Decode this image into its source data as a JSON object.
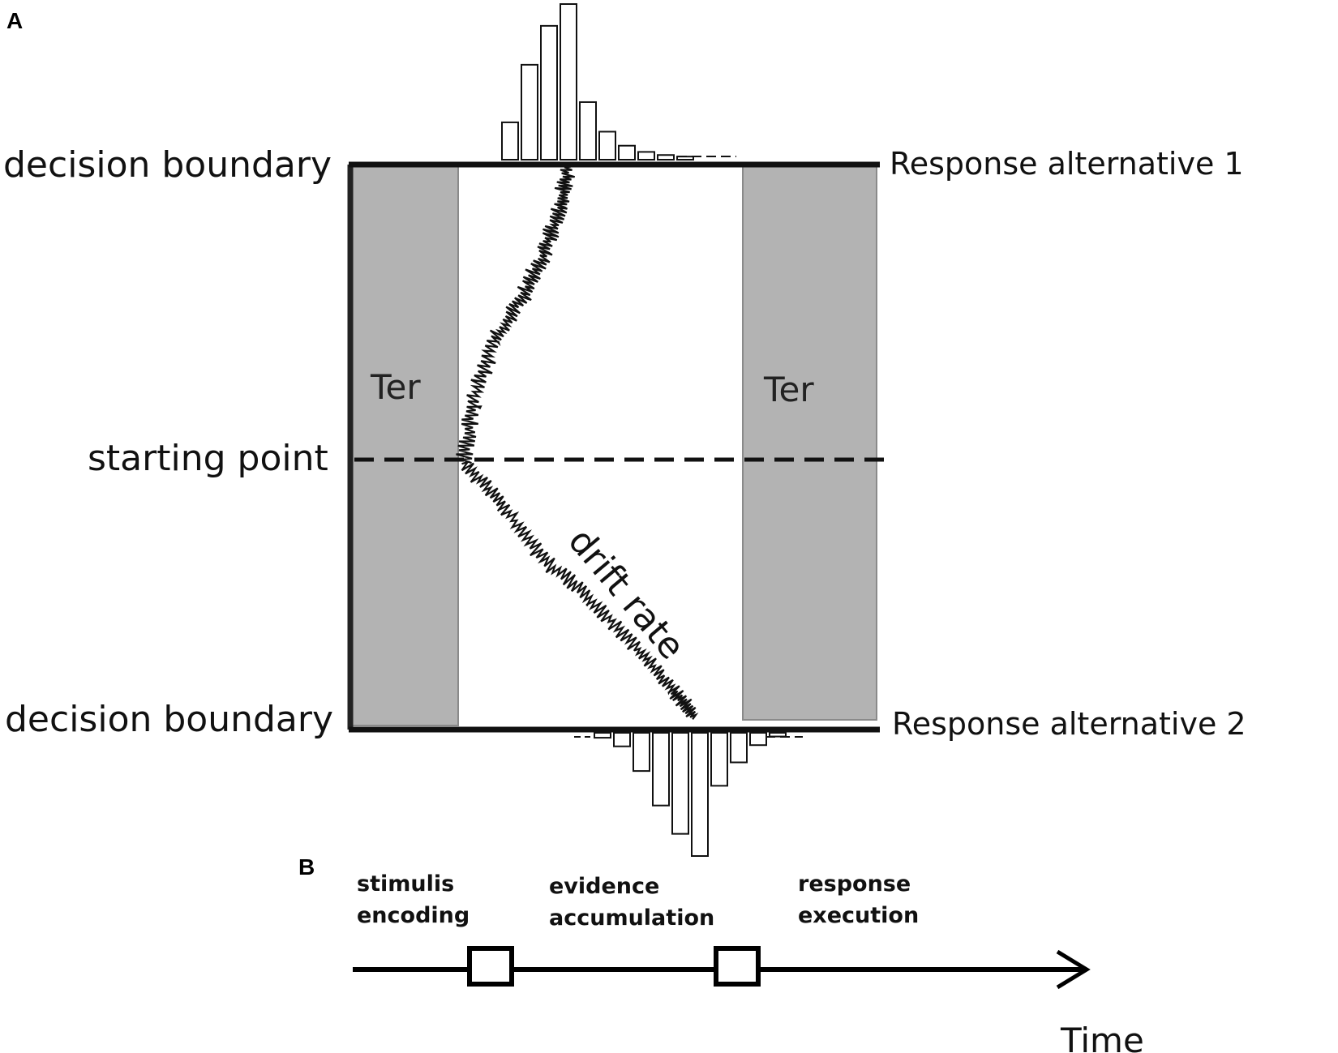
{
  "panel_a": {
    "panel_label": "A",
    "upper_boundary_label": "decision boundary",
    "lower_boundary_label": "decision boundary",
    "starting_point_label": "starting point",
    "drift_rate_label": "drift rate",
    "ter_left_label": "Ter",
    "ter_right_label": "Ter",
    "response_1_label": "Response alternative 1",
    "response_2_label": "Response alternative 2",
    "colors": {
      "ter_region": "#b3b3b3",
      "lines": "#111111"
    }
  },
  "panel_b": {
    "panel_label": "B",
    "stage_1": {
      "line1": "stimulis",
      "line2": "encoding"
    },
    "stage_2": {
      "line1": "evidence",
      "line2": "accumulation"
    },
    "stage_3": {
      "line1": "response",
      "line2": "execution"
    },
    "time_label": "Time"
  },
  "distributions": {
    "upper": [
      0.24,
      0.61,
      0.86,
      1.0,
      0.37,
      0.18,
      0.09,
      0.05,
      0.03,
      0.02
    ],
    "lower": [
      0.04,
      0.11,
      0.31,
      0.59,
      0.82,
      1.0,
      0.43,
      0.24,
      0.1,
      0.03
    ]
  }
}
